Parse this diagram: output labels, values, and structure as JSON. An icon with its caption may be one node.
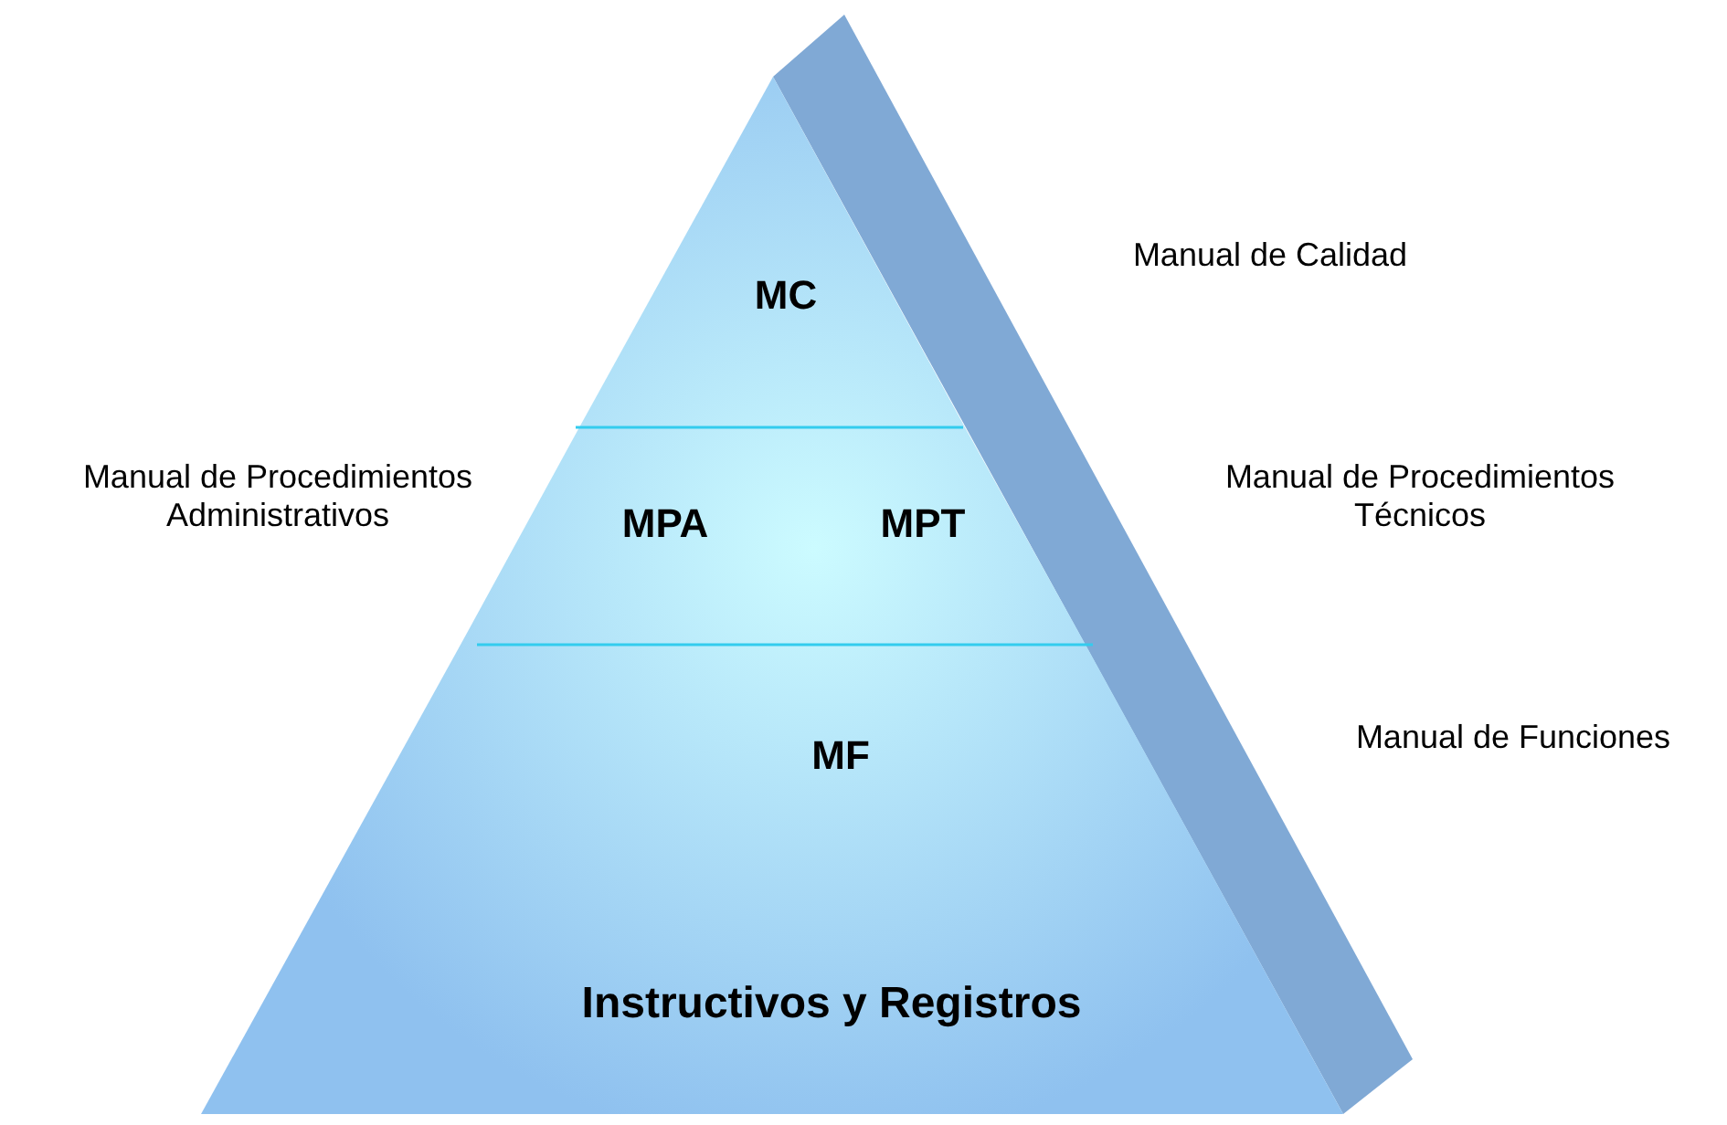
{
  "diagram": {
    "nodes": [
      {
        "text": [
          "MC"
        ]
      },
      {
        "text": [
          "MPA",
          "MPT"
        ],
        "beside": [
          "Manual de Procedimientos Administrativos"
        ]
      },
      {
        "text": [
          "MF",
          "Instructivos y Registros"
        ]
      }
    ],
    "edges": [],
    "labels": [
      "Manual de Calidad",
      "Manual de Procedimientos Técnicos",
      "Manual de Funciones"
    ]
  }
}
